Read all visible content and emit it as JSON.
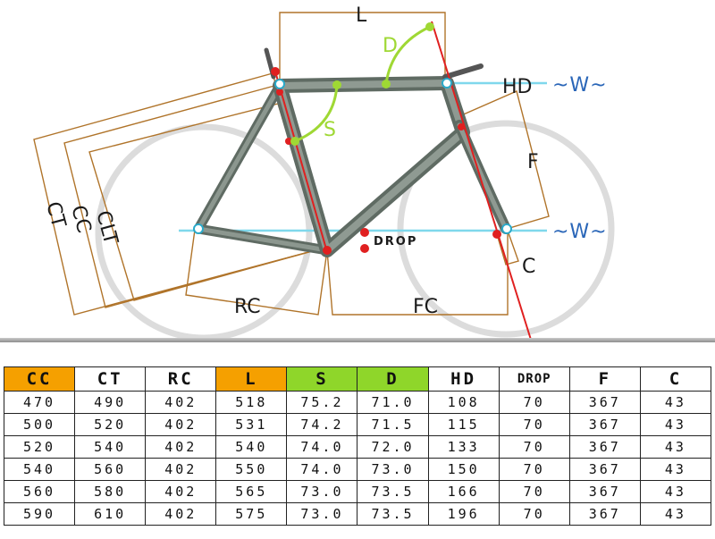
{
  "diagram": {
    "labels": {
      "L": "L",
      "D": "D",
      "S": "S",
      "HD": "HD",
      "W_top": "~W~",
      "W_bottom": "~W~",
      "F": "F",
      "DROP": "DROP",
      "C": "C",
      "RC": "RC",
      "FC": "FC",
      "CLT": "CLT",
      "CC": "CC",
      "CT": "CT"
    },
    "colors": {
      "dimension_lines": "#b0742a",
      "angle_marks": "#9fd834",
      "axis_lines": "#7fd8ec",
      "steering_axis": "#e02020",
      "frame": "#6e7a72",
      "wheels": "#d8d8d8"
    }
  },
  "table": {
    "headers": [
      {
        "text": "CC",
        "highlight": "orange"
      },
      {
        "text": "CT",
        "highlight": "none"
      },
      {
        "text": "RC",
        "highlight": "none"
      },
      {
        "text": "L",
        "highlight": "orange"
      },
      {
        "text": "S",
        "highlight": "green"
      },
      {
        "text": "D",
        "highlight": "green"
      },
      {
        "text": "HD",
        "highlight": "none"
      },
      {
        "text": "DROP",
        "highlight": "none"
      },
      {
        "text": "F",
        "highlight": "none"
      },
      {
        "text": "C",
        "highlight": "none"
      }
    ],
    "rows": [
      [
        "470",
        "490",
        "402",
        "518",
        "75.2",
        "71.0",
        "108",
        "70",
        "367",
        "43"
      ],
      [
        "500",
        "520",
        "402",
        "531",
        "74.2",
        "71.5",
        "115",
        "70",
        "367",
        "43"
      ],
      [
        "520",
        "540",
        "402",
        "540",
        "74.0",
        "72.0",
        "133",
        "70",
        "367",
        "43"
      ],
      [
        "540",
        "560",
        "402",
        "550",
        "74.0",
        "73.0",
        "150",
        "70",
        "367",
        "43"
      ],
      [
        "560",
        "580",
        "402",
        "565",
        "73.0",
        "73.5",
        "166",
        "70",
        "367",
        "43"
      ],
      [
        "590",
        "610",
        "402",
        "575",
        "73.0",
        "73.5",
        "196",
        "70",
        "367",
        "43"
      ]
    ]
  }
}
